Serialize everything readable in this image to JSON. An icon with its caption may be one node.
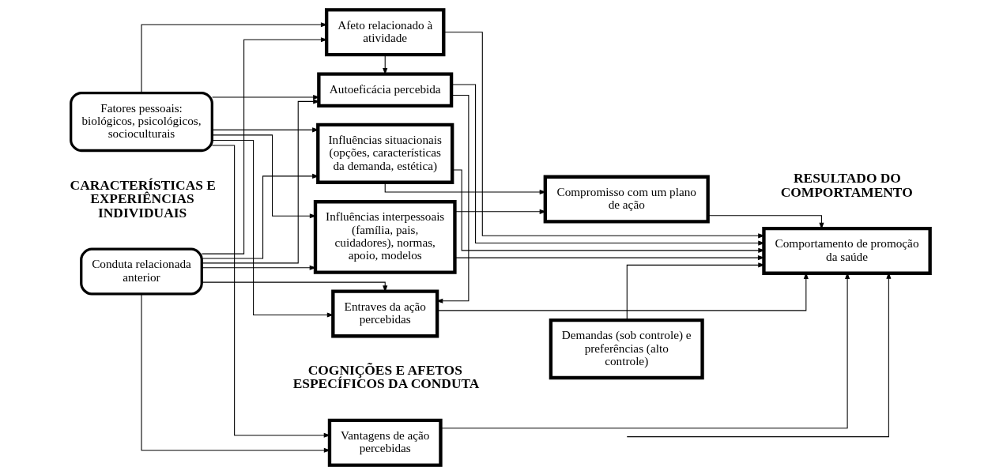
{
  "diagram": {
    "nodes": [
      {
        "text": [
          "Conduta relacionada anterior"
        ]
      },
      {
        "text": [
          "Fatores pessoais: biológicos, psicológicos, socioculturais"
        ]
      },
      {
        "text": [
          "Vantagens de ação percebidas"
        ]
      },
      {
        "text": [
          "Entraves da ação percebidas"
        ]
      },
      {
        "text": [
          "Autoeficácia percebida"
        ]
      },
      {
        "text": [
          "Afeto relacionado à atividade"
        ]
      },
      {
        "text": [
          "Influências interpessoais (família, pais, cuidadores), normas, apoio, modelos"
        ]
      },
      {
        "text": [
          "Influências situacionais (opções, características da demanda, estética)"
        ]
      },
      {
        "text": [
          "Demandas (sob controle) e preferências (alto controle)"
        ]
      },
      {
        "text": [
          "Compromisso com um plano de ação"
        ]
      },
      {
        "text": [
          "Comportamento de promoção da saúde"
        ]
      }
    ],
    "edges": [
      {
        "from": 0,
        "to": 2,
        "arrow": "to"
      },
      {
        "from": 0,
        "to": 3,
        "arrow": "to"
      },
      {
        "from": 0,
        "to": 4,
        "arrow": "to"
      },
      {
        "from": 0,
        "to": 5,
        "arrow": "to"
      },
      {
        "from": 0,
        "to": 6,
        "arrow": "to"
      },
      {
        "from": 0,
        "to": 7,
        "arrow": "to"
      },
      {
        "from": 1,
        "to": 2,
        "arrow": "to"
      },
      {
        "from": 1,
        "to": 3,
        "arrow": "to"
      },
      {
        "from": 1,
        "to": 4,
        "arrow": "to"
      },
      {
        "from": 1,
        "to": 5,
        "arrow": "to"
      },
      {
        "from": 1,
        "to": 6,
        "arrow": "to"
      },
      {
        "from": 1,
        "to": 7,
        "arrow": "to"
      },
      {
        "from": 5,
        "to": 4,
        "arrow": "to"
      },
      {
        "from": 4,
        "to": 3,
        "arrow": "to"
      },
      {
        "from": 2,
        "to": 10,
        "arrow": "to"
      },
      {
        "from": 3,
        "to": 10,
        "arrow": "to"
      },
      {
        "from": 4,
        "to": 10,
        "arrow": "to"
      },
      {
        "from": 5,
        "to": 10,
        "arrow": "to"
      },
      {
        "from": 8,
        "to": 10,
        "arrow": "to"
      },
      {
        "from": 9,
        "to": 10,
        "arrow": "to"
      },
      {
        "from": 6,
        "to": 9,
        "arrow": "to"
      },
      {
        "from": 7,
        "to": 9,
        "arrow": "to"
      },
      {
        "from": 6,
        "to": 10,
        "arrow": "to"
      },
      {
        "from": 7,
        "to": 10,
        "arrow": "to"
      },
      {
        "from": null,
        "to": 10,
        "arrow": "to"
      }
    ],
    "labels": [
      "CARACTERÍSTICAS E EXPERIÊNCIAS INDIVIDUAIS",
      "COGNIÇÕES E AFETOS ESPECÍFICOS DA CONDUTA",
      "RESULTADO DO COMPORTAMENTO"
    ]
  }
}
